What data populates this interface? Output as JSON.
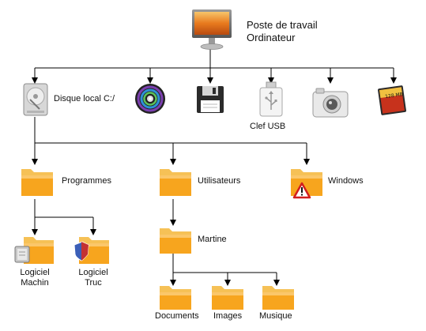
{
  "root": {
    "line1": "Poste de travail",
    "line2": "Ordinateur"
  },
  "drives": {
    "local_disk": "Disque local C:/",
    "cd_dvd": "",
    "floppy": "",
    "usb": "Clef USB",
    "camera": "",
    "memory_card": "",
    "card_text": "128 MB"
  },
  "folders": {
    "programmes": "Programmes",
    "utilisateurs": "Utilisateurs",
    "windows": "Windows",
    "logiciel_machin": [
      "Logiciel",
      "Machin"
    ],
    "logiciel_truc": [
      "Logiciel",
      "Truc"
    ],
    "martine": "Martine",
    "documents": "Documents",
    "images": "Images",
    "musique": "Musique"
  },
  "colors": {
    "folder_body": "#f7a51e",
    "folder_tab": "#f9c35a",
    "line": "#000000"
  },
  "icons": {
    "root": "monitor-icon",
    "disk": "hard-drive-icon",
    "cd": "cd-dvd-icon",
    "floppy": "floppy-disk-icon",
    "usb": "usb-drive-icon",
    "camera": "camera-icon",
    "card": "memory-card-icon",
    "folder": "folder-icon",
    "warning": "warning-icon"
  }
}
